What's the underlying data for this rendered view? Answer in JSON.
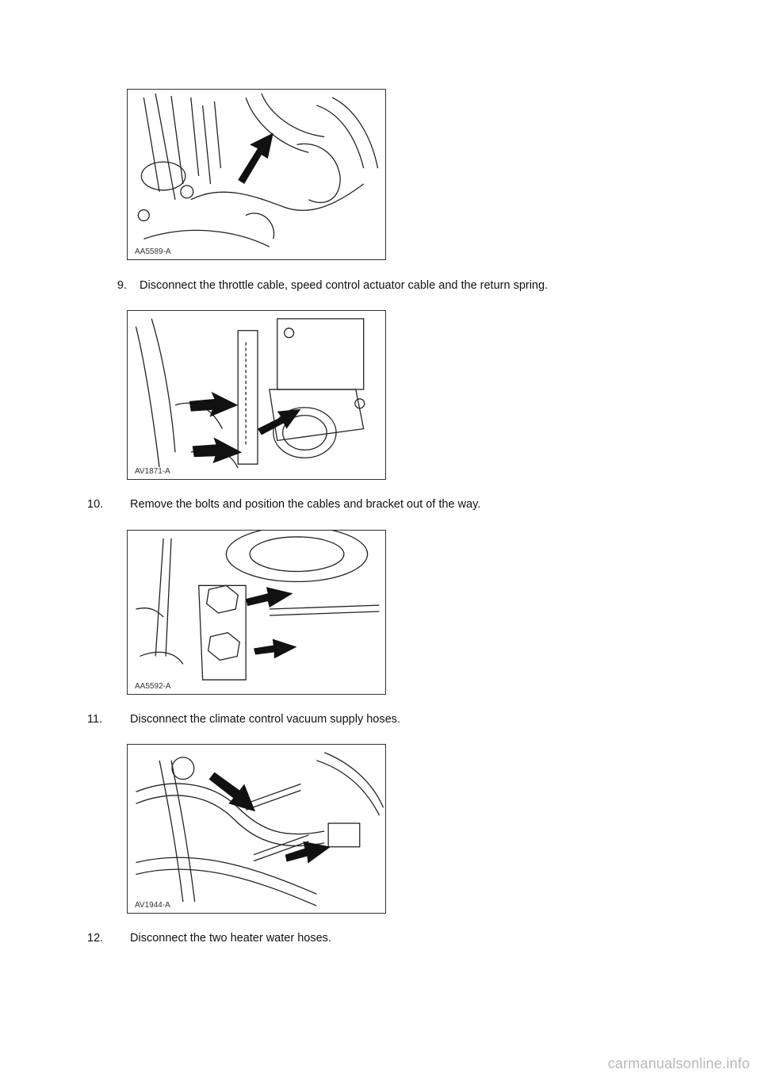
{
  "figures": [
    {
      "label": "AA5589-A"
    },
    {
      "label": "AV1871-A"
    },
    {
      "label": "AA5592-A"
    },
    {
      "label": "AV1944-A"
    }
  ],
  "steps": [
    {
      "number": "9.",
      "text": "Disconnect the throttle cable, speed control actuator cable and the return spring."
    },
    {
      "number": "10.",
      "text": "Remove the bolts and position the cables and bracket out of the way."
    },
    {
      "number": "11.",
      "text": "Disconnect the climate control vacuum supply hoses."
    },
    {
      "number": "12.",
      "text": "Disconnect the two heater water hoses."
    }
  ],
  "watermark": "carmanualsonline.info"
}
